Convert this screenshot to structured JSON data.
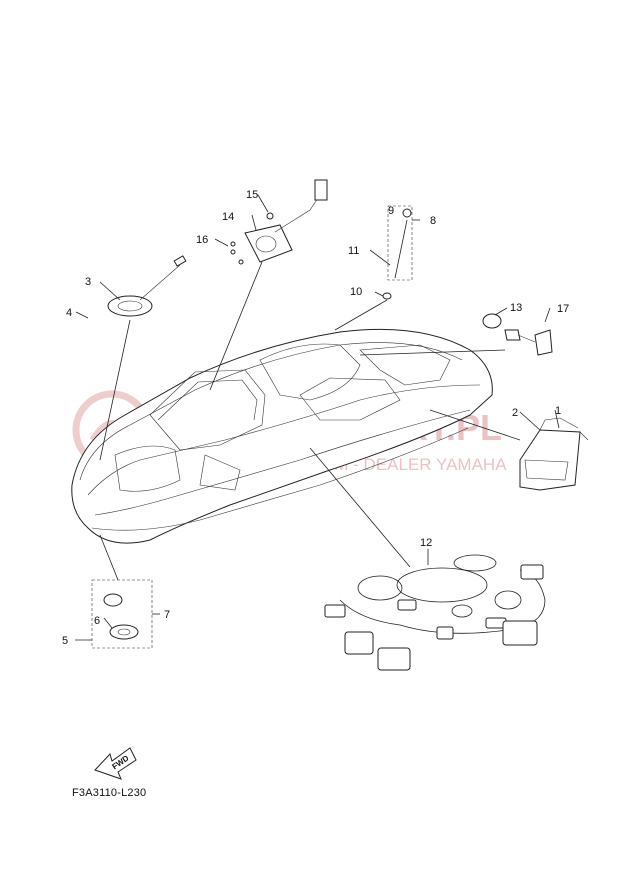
{
  "callouts": [
    "1",
    "2",
    "3",
    "4",
    "5",
    "6",
    "7",
    "8",
    "9",
    "10",
    "11",
    "12",
    "13",
    "14",
    "15",
    "16",
    "17"
  ],
  "watermark": {
    "line1": "YAMAHAPART.PL",
    "line2": "WWW.PEWNY.COM - DEALER YAMAHA"
  },
  "fwd_label": "FWD",
  "diagram_code": "F3A3110-L230",
  "colors": {
    "line": "#222222",
    "watermark": "#e7b8b8"
  }
}
